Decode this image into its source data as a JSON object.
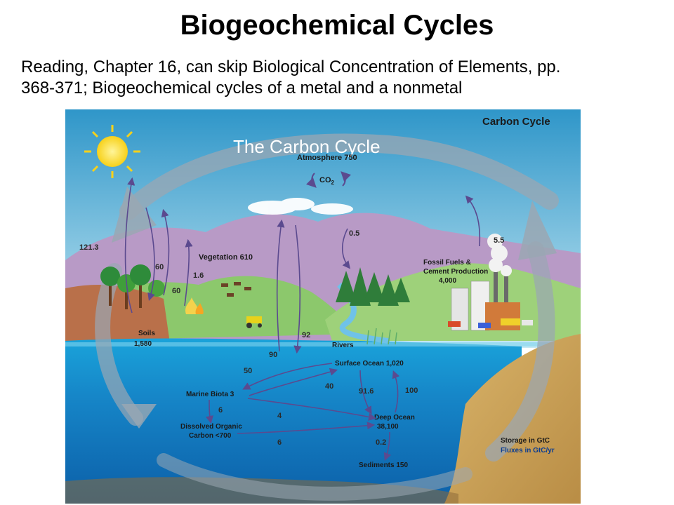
{
  "slide": {
    "title": "Biogeochemical Cycles",
    "subtitle_line1": "Reading, Chapter 16, can skip Biological Concentration of Elements, pp.",
    "subtitle_line2": "368-371; Biogeochemical cycles of a metal and a nonmetal"
  },
  "figure": {
    "overlay_title": "The Carbon Cycle",
    "box_title": "Carbon Cycle",
    "reservoirs": {
      "atmosphere": "Atmosphere 750",
      "co2": "CO",
      "co2_sub": "2",
      "vegetation": "Vegetation 610",
      "soils_name": "Soils",
      "soils_value": "1,580",
      "fossil_line1": "Fossil Fuels &",
      "fossil_line2": "Cement Production",
      "fossil_line3": "4,000",
      "rivers": "Rivers",
      "surface_ocean": "Surface Ocean 1,020",
      "marine_biota": "Marine Biota 3",
      "dissolved_line1": "Dissolved Organic",
      "dissolved_line2": "Carbon <700",
      "deep_ocean_line1": "Deep Ocean",
      "deep_ocean_line2": "38,100",
      "sediments": "Sediments 150"
    },
    "fluxes": {
      "f1213": "121.3",
      "f60a": "60",
      "f16": "1.6",
      "f60b": "60",
      "f05": "0.5",
      "f55": "5.5",
      "f90": "90",
      "f92": "92",
      "f50": "50",
      "f40": "40",
      "f916": "91.6",
      "f100": "100",
      "f6a": "6",
      "f4": "4",
      "f6b": "6",
      "f02": "0.2"
    },
    "legend": {
      "storage": "Storage in GtC",
      "fluxes": "Fluxes in GtC/yr"
    },
    "colors": {
      "sky_top": "#2f96c9",
      "sky_bottom": "#b9e3f0",
      "ocean_surface": "#1aa3da",
      "ocean_deep": "#0c5fa8",
      "hills": "#b89ac6",
      "grass": "#8cc86c",
      "soil": "#b9704a",
      "sediment": "#c9a25a",
      "arrow": "#5b4a8f"
    }
  }
}
